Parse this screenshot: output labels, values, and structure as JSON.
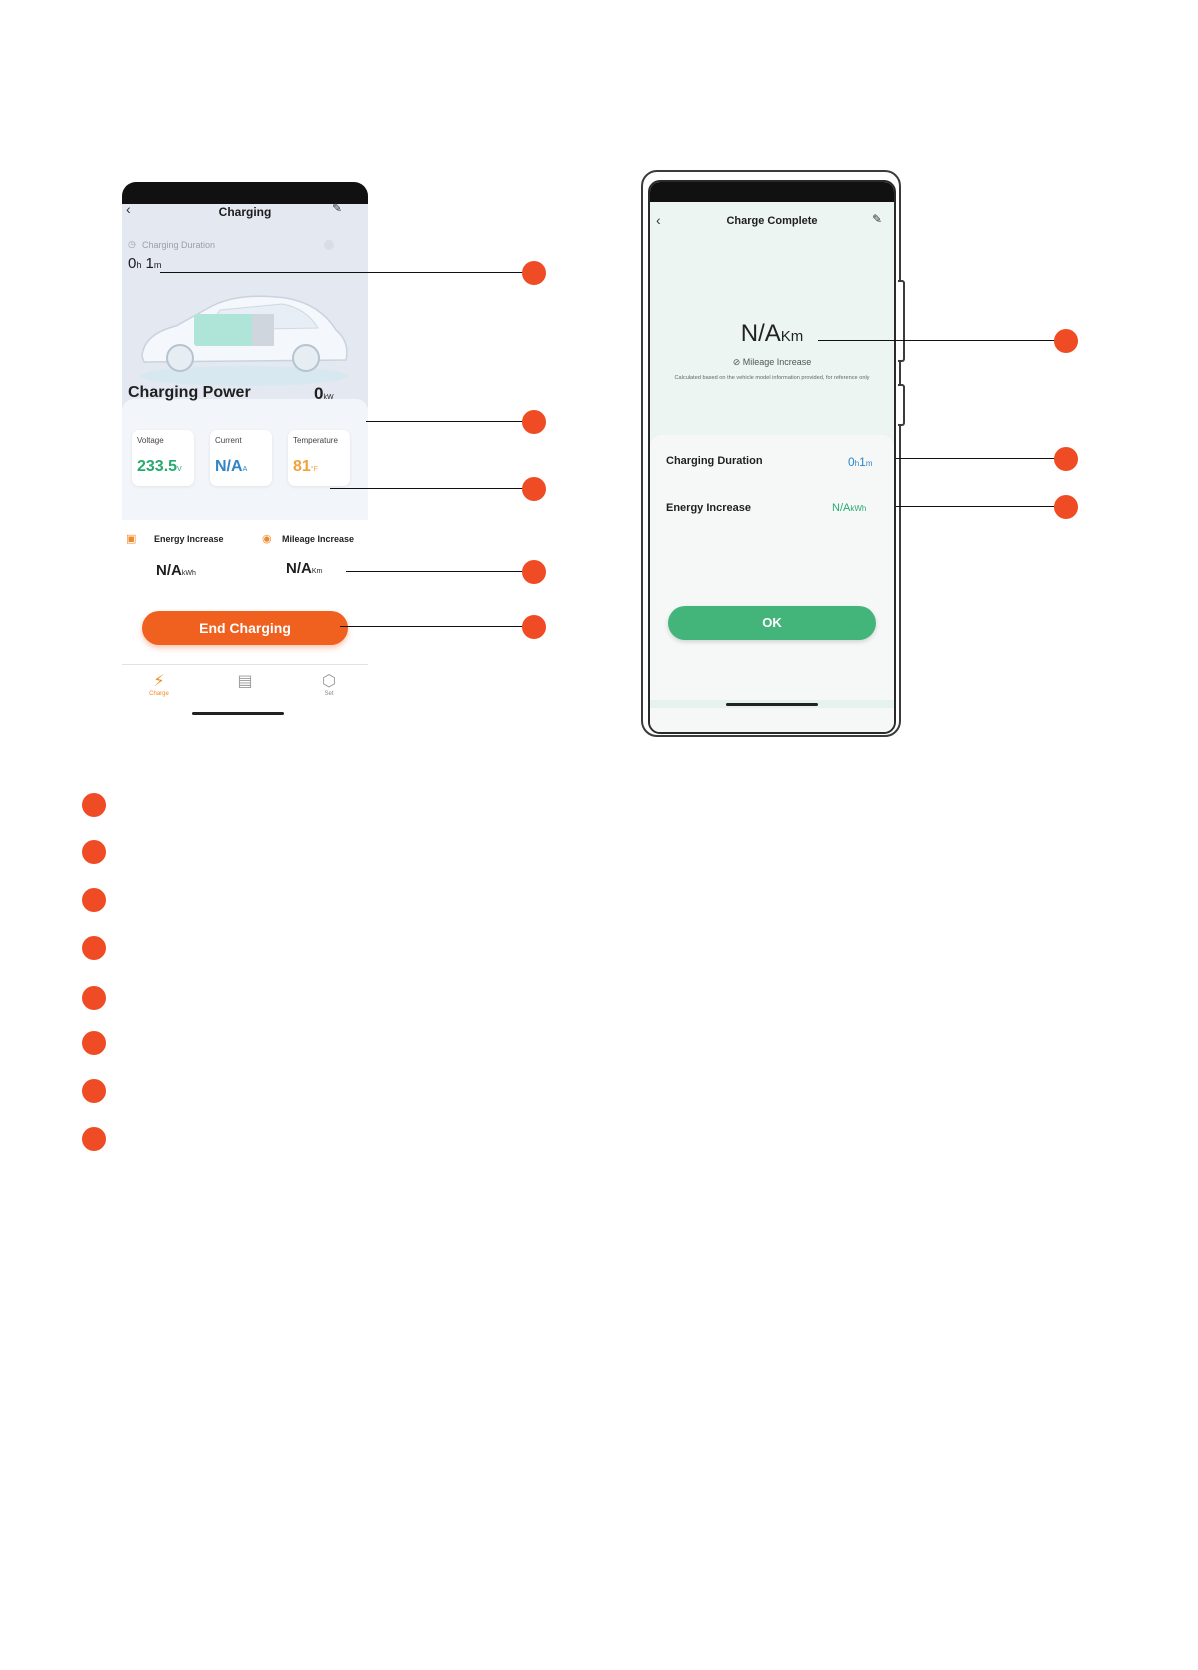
{
  "charging_screen": {
    "title": "Charging",
    "back_icon": "back-arrow-icon",
    "edit_icon": "edit-pencil-icon",
    "duration_label": "Charging Duration",
    "duration_hours": "0",
    "duration_hours_unit": "h",
    "duration_minutes": "1",
    "duration_minutes_unit": "m",
    "power_label": "Charging Power",
    "power_value": "0",
    "power_unit": "kW",
    "metrics": [
      {
        "label": "Voltage",
        "value": "233.5",
        "unit": "V",
        "color": "#27a96f"
      },
      {
        "label": "Current",
        "value": "N/A",
        "unit": "A",
        "color": "#2f85c8"
      },
      {
        "label": "Temperature",
        "value": "81",
        "unit": "°F",
        "color": "#f0a33a"
      }
    ],
    "energy_label": "Energy Increase",
    "energy_value": "N/A",
    "energy_unit": "kWh",
    "mileage_label": "Mileage Increase",
    "mileage_value": "N/A",
    "mileage_unit": "Km",
    "end_button": "End Charging",
    "tabs": [
      {
        "label": "Charge",
        "icon": "charge-icon",
        "active": true
      },
      {
        "label": "",
        "icon": "records-icon",
        "active": false
      },
      {
        "label": "Set",
        "icon": "settings-icon",
        "active": false
      }
    ]
  },
  "complete_screen": {
    "title": "Charge Complete",
    "mileage_value": "N/A",
    "mileage_unit": "Km",
    "mileage_label": "Mileage Increase",
    "note": "Calculated based on the vehicle model information provided, for reference only",
    "duration_label": "Charging Duration",
    "duration_value": "0",
    "duration_h": "h",
    "duration_min": "1",
    "duration_m": "m",
    "energy_label": "Energy Increase",
    "energy_value": "N/A",
    "energy_unit": "kWh",
    "ok_button": "OK"
  },
  "colors": {
    "accent_orange": "#f0601f",
    "accent_green": "#44b57a",
    "callout_red": "#ef4b24"
  }
}
